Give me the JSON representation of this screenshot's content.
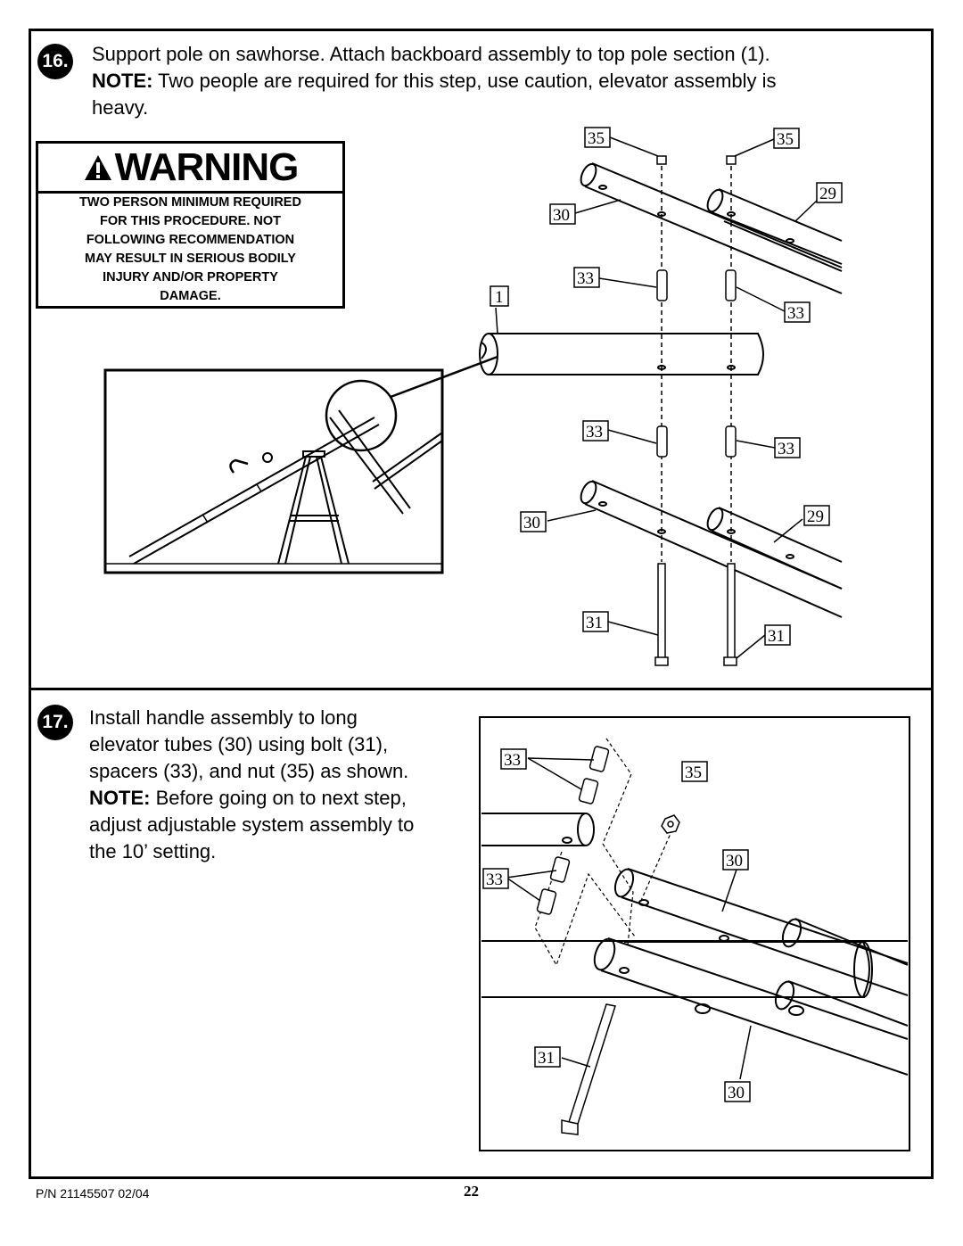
{
  "step16": {
    "number": "16.",
    "line1": "Support pole on sawhorse. Attach backboard assembly to top pole section (1).",
    "note_label": "NOTE:",
    "note_text": " Two people are required for this step, use caution, elevator assembly is",
    "line3": "heavy."
  },
  "warning": {
    "title": "WARNING",
    "lines": [
      "TWO PERSON MINIMUM REQUIRED",
      "FOR THIS PROCEDURE.  NOT",
      "FOLLOWING RECOMMENDATION",
      "MAY RESULT IN SERIOUS BODILY",
      "INJURY AND/OR PROPERTY",
      "DAMAGE."
    ]
  },
  "step17": {
    "number": "17.",
    "lines": [
      "Install handle assembly to long",
      "elevator tubes (30) using bolt (31),",
      "spacers (33), and nut (35) as shown."
    ],
    "note_label": "NOTE:",
    "note_lines": [
      " Before going on to next step,",
      "adjust adjustable system assembly to",
      "the 10’ setting."
    ]
  },
  "labels16": {
    "a": "35",
    "b": "35",
    "c": "29",
    "d": "30",
    "e": "33",
    "f": "1",
    "g": "33",
    "h": "33",
    "i": "33",
    "j": "30",
    "k": "29",
    "l": "31",
    "m": "31"
  },
  "labels17": {
    "a": "33",
    "b": "35",
    "c": "30",
    "d": "33",
    "e": "31",
    "f": "30"
  },
  "footer": {
    "part_number": "P/N 21145507   02/04",
    "page": "22"
  }
}
